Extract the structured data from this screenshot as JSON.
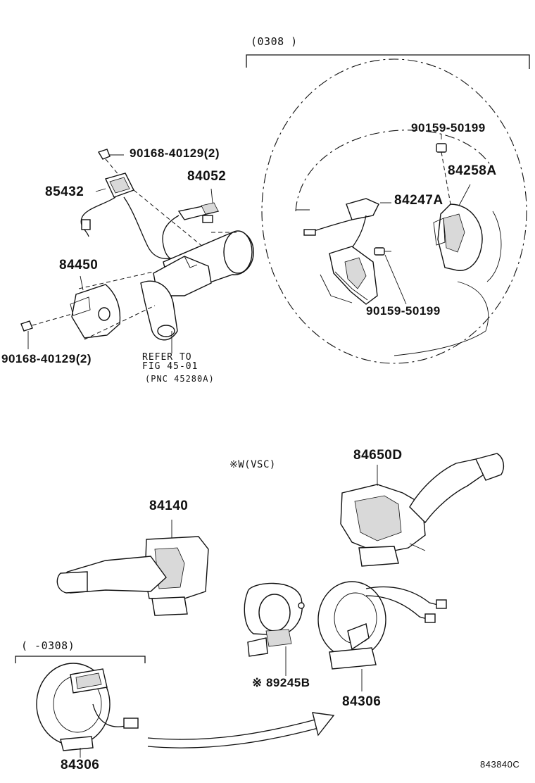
{
  "diagram": {
    "catalog_code": "843840C",
    "top_range_label": "(0308        )",
    "bottom_range_label": "(        -0308)",
    "vsc_note": "※W(VSC)",
    "refer_note": {
      "line1": "REFER TO",
      "line2": "FIG 45-01",
      "line3": "(PNC 45280A)"
    },
    "parts": {
      "p90168_top": "90168-40129(2)",
      "p85432": "85432",
      "p84052": "84052",
      "p84450": "84450",
      "p90168_bottom": "90168-40129(2)",
      "p90159_top": "90159-50199",
      "p84258A": "84258A",
      "p84247A": "84247A",
      "p90159_bottom": "90159-50199",
      "p84650D": "84650D",
      "p84140": "84140",
      "p89245B": "※ 89245B",
      "p84306_right": "84306",
      "p84306_left": "84306"
    }
  }
}
